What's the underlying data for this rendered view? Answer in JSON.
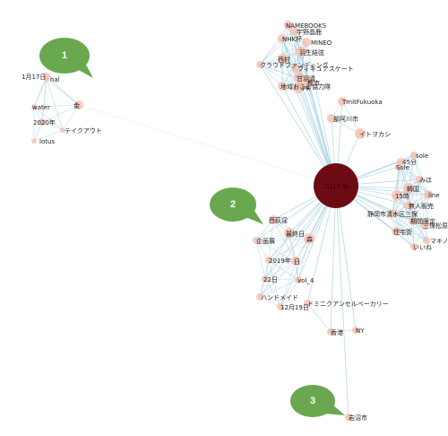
{
  "colors": {
    "edge": "#a9d3e4",
    "node": "#f6c1b0",
    "hub": "#6e0a14",
    "callout": "#6aa84f",
    "label": "#222222"
  },
  "hub": {
    "label": "コロナ禍"
  },
  "callouts": [
    {
      "number": "1",
      "key": "c1"
    },
    {
      "number": "2",
      "key": "c2"
    },
    {
      "number": "3",
      "key": "c3"
    }
  ],
  "clusters": [
    {
      "key": "cluster1",
      "nodes": [
        "1月17日",
        "hal",
        "金",
        "water",
        "2020年",
        "lotus",
        "テイクアウト"
      ]
    },
    {
      "key": "cluster_top",
      "nodes": [
        "NAMEBOOKS",
        "宇野晶鹿",
        "NHK杯",
        "MINEO",
        "羽生結弦",
        "西村",
        "クラウドファンディング",
        "フィギュアスケート",
        "甘羽清",
        "PR",
        "地域おこし協力隊",
        "都市"
      ]
    },
    {
      "key": "cluster_mid",
      "nodes": [
        "TmitFukuoka",
        "部阿川市",
        "イトヲカシ"
      ]
    },
    {
      "key": "cluster_right",
      "nodes": [
        "sole",
        "45分",
        "Sole",
        "みほ",
        "韓国",
        "line",
        "15時",
        "無人販売",
        "静岡市清水区三保",
        "期間限定",
        "三保松原",
        "住宅街",
        "マキノ",
        "いいね"
      ]
    },
    {
      "key": "cluster2",
      "nodes": [
        "西荻窪",
        "最終日",
        "企画展",
        "森",
        "2019年",
        "日",
        "22日",
        "vol_4",
        "ハンドメイド",
        "12月19日"
      ]
    },
    {
      "key": "cluster_low",
      "nodes": [
        "ドミニクアンセルベーカリー",
        "香港",
        "NY",
        "岩沼市"
      ]
    }
  ]
}
